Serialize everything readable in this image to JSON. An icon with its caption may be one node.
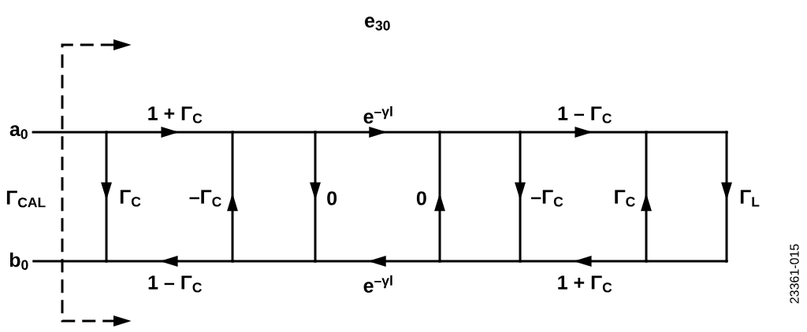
{
  "diagram": {
    "nodes": [
      {
        "text": [
          "a$_{0}$"
        ]
      },
      {
        "text": [
          "b$_{0}$"
        ]
      },
      {
        "text": [],
        "shape": "dot"
      },
      {
        "text": [],
        "shape": "dot"
      },
      {
        "text": [],
        "shape": "dot"
      },
      {
        "text": [],
        "shape": "dot"
      },
      {
        "text": [],
        "shape": "dot"
      },
      {
        "text": [],
        "shape": "dot"
      },
      {
        "text": [],
        "shape": "dot"
      },
      {
        "text": [],
        "shape": "dot"
      },
      {
        "text": [],
        "shape": "dot"
      },
      {
        "text": [],
        "shape": "dot"
      },
      {
        "text": [],
        "shape": "dot"
      },
      {
        "text": [],
        "shape": "dot"
      },
      {
        "text": [],
        "shape": "dot"
      },
      {
        "text": [],
        "shape": "dot"
      }
    ],
    "edges": [
      {
        "from": 0,
        "to": 2,
        "arrow": "none"
      },
      {
        "from": 2,
        "to": 3,
        "arrow": "to",
        "label": "1 + Γ$_{C}$"
      },
      {
        "from": 3,
        "to": 4,
        "arrow": "none"
      },
      {
        "from": 4,
        "to": 5,
        "arrow": "to",
        "label": "e$^{–γl}$"
      },
      {
        "from": 5,
        "to": 6,
        "arrow": "none"
      },
      {
        "from": 6,
        "to": 7,
        "arrow": "to",
        "label": "1 – Γ$_{C}$"
      },
      {
        "from": 7,
        "to": 8,
        "arrow": "none"
      },
      {
        "from": 2,
        "to": 9,
        "arrow": "to",
        "label": "Γ$_{C}$"
      },
      {
        "from": 10,
        "to": 3,
        "arrow": "to",
        "label": "–Γ$_{C}$"
      },
      {
        "from": 4,
        "to": 11,
        "arrow": "to",
        "label": "0"
      },
      {
        "from": 12,
        "to": 5,
        "arrow": "to",
        "label": "0"
      },
      {
        "from": 6,
        "to": 13,
        "arrow": "to",
        "label": "–Γ$_{C}$"
      },
      {
        "from": 14,
        "to": 7,
        "arrow": "to",
        "label": "Γ$_{C}$"
      },
      {
        "from": 8,
        "to": 15,
        "arrow": "to",
        "label": "Γ$_{L}$"
      },
      {
        "from": 9,
        "to": 1,
        "arrow": "none"
      },
      {
        "from": 10,
        "to": 9,
        "arrow": "to",
        "label": "1 – Γ$_{C}$"
      },
      {
        "from": 11,
        "to": 10,
        "arrow": "none"
      },
      {
        "from": 12,
        "to": 11,
        "arrow": "to",
        "label": "e$^{–γl}$"
      },
      {
        "from": 13,
        "to": 12,
        "arrow": "none"
      },
      {
        "from": 14,
        "to": 13,
        "arrow": "to",
        "label": "1 + Γ$_{C}$"
      },
      {
        "from": 15,
        "to": 14,
        "arrow": "none"
      }
    ],
    "labels": [
      "e$_{30}$",
      "Γ$_{CAL}$",
      "23361-015"
    ]
  }
}
